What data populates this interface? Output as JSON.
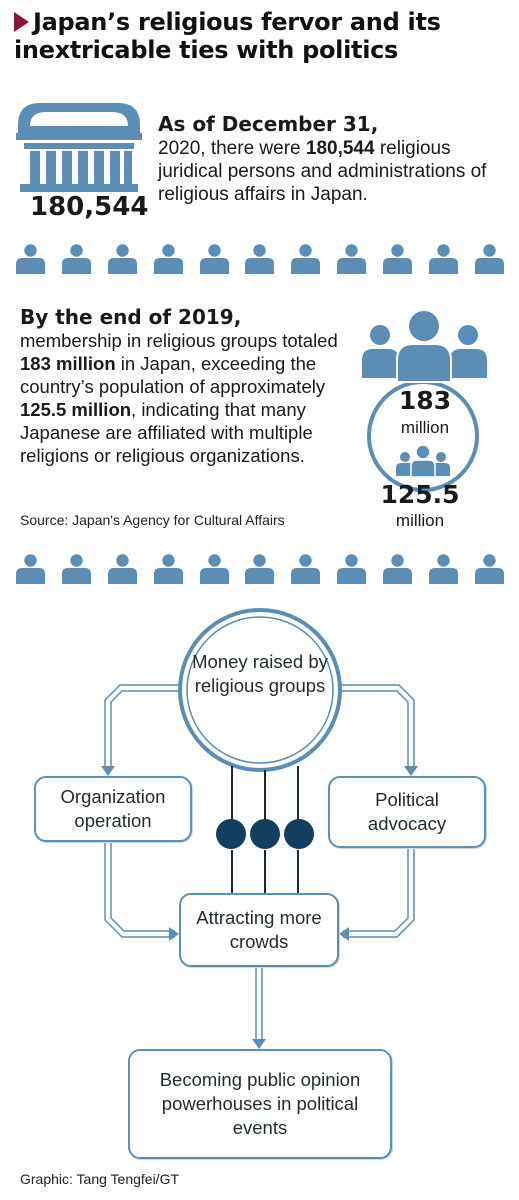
{
  "title_line1": "Japan’s religious fervor and its",
  "title_line2": "inextricable ties with politics",
  "accent_color": "#8a1538",
  "icon_color": "#5b8db5",
  "stat1": {
    "lead": "As of December 31,",
    "t1": "2020, there were ",
    "num_bold": "180,544",
    "t2": " religious juridical persons and administrations of religious affairs in Japan.",
    "big_number": "180,544",
    "icon": "temple-building-icon"
  },
  "stat2": {
    "lead": "By the end of 2019,",
    "t1": "membership in religious groups totaled ",
    "b1": "183 million",
    "t2": " in Japan, exceeding the country’s population of approximately ",
    "b2": "125.5 million",
    "t3": ", indicating that many Japanese are affiliated with multiple religions or religious organizations."
  },
  "source": "Source: Japan's Agency for Cultural Affairs",
  "membership": {
    "number": "183",
    "unit": "million"
  },
  "population": {
    "number": "125.5",
    "unit": "million"
  },
  "flow": {
    "center": "Money raised by religious groups",
    "left": "Organization operation",
    "right": "Political advocacy",
    "middle": "Attracting more crowds",
    "bottom": "Becoming public opinion powerhouses in political events"
  },
  "credit": "Graphic: Tang Tengfei/GT"
}
